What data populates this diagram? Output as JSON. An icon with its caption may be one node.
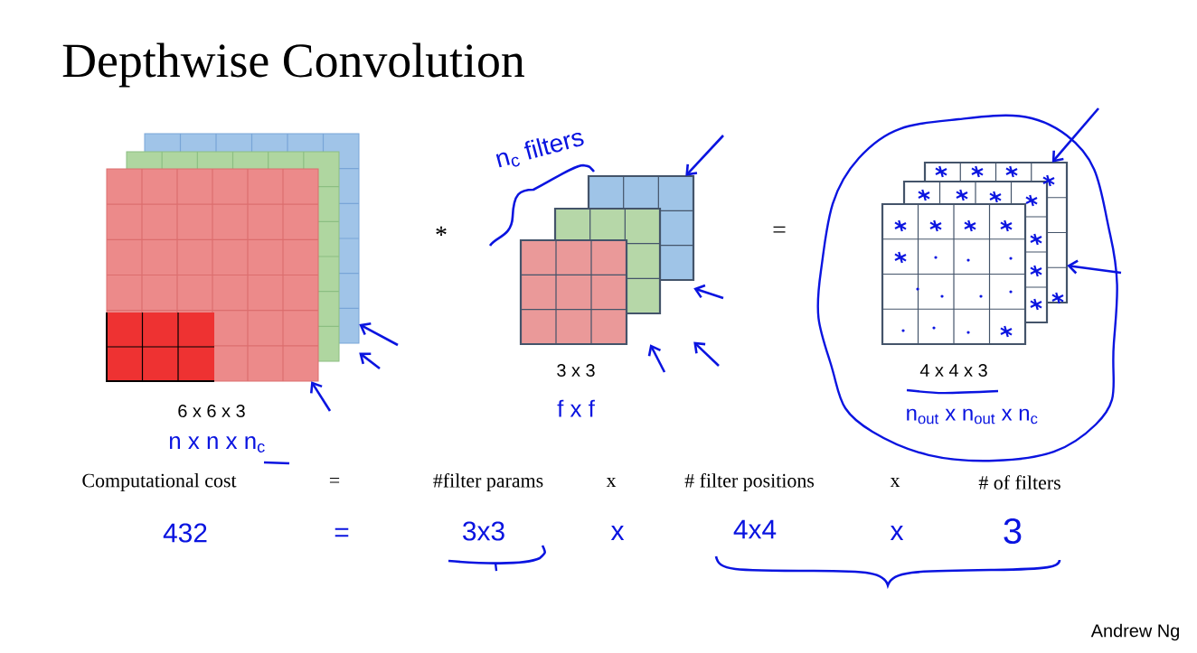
{
  "diagram": {
    "title": "Depthwise Convolution",
    "nodes": [
      {
        "text": [],
        "shape": "picture",
        "beside": [
          "6 x 6 x 3",
          "n x n x n$_{c}$"
        ]
      },
      {
        "text": [],
        "shape": "picture",
        "beside": [
          "3 x 3",
          "f x f"
        ]
      },
      {
        "text": [],
        "shape": "picture",
        "beside": [
          "4 x 4 x 3",
          "n$_{out}$ x n$_{out}$ x n$_{c}$"
        ]
      }
    ],
    "edges": [
      {
        "from": null,
        "to": 0,
        "arrow": "to"
      },
      {
        "from": null,
        "to": 0,
        "arrow": "to"
      },
      {
        "from": null,
        "to": 0,
        "arrow": "to"
      },
      {
        "from": null,
        "to": 1,
        "arrow": "to"
      },
      {
        "from": null,
        "to": 1,
        "arrow": "to"
      },
      {
        "from": null,
        "to": 1,
        "arrow": "to"
      },
      {
        "from": null,
        "to": 1,
        "arrow": "to"
      },
      {
        "from": null,
        "to": 2,
        "arrow": "to"
      },
      {
        "from": null,
        "to": 2,
        "arrow": "to"
      }
    ],
    "labels": [
      "*",
      "=",
      "n$_{c}$ filters",
      "Computational cost",
      "=",
      "#filter params",
      "x",
      "# filter positions",
      "x",
      "# of filters",
      "432",
      "=",
      "3x3",
      "x",
      "4x4",
      "x",
      "3",
      "Andrew Ng"
    ]
  }
}
